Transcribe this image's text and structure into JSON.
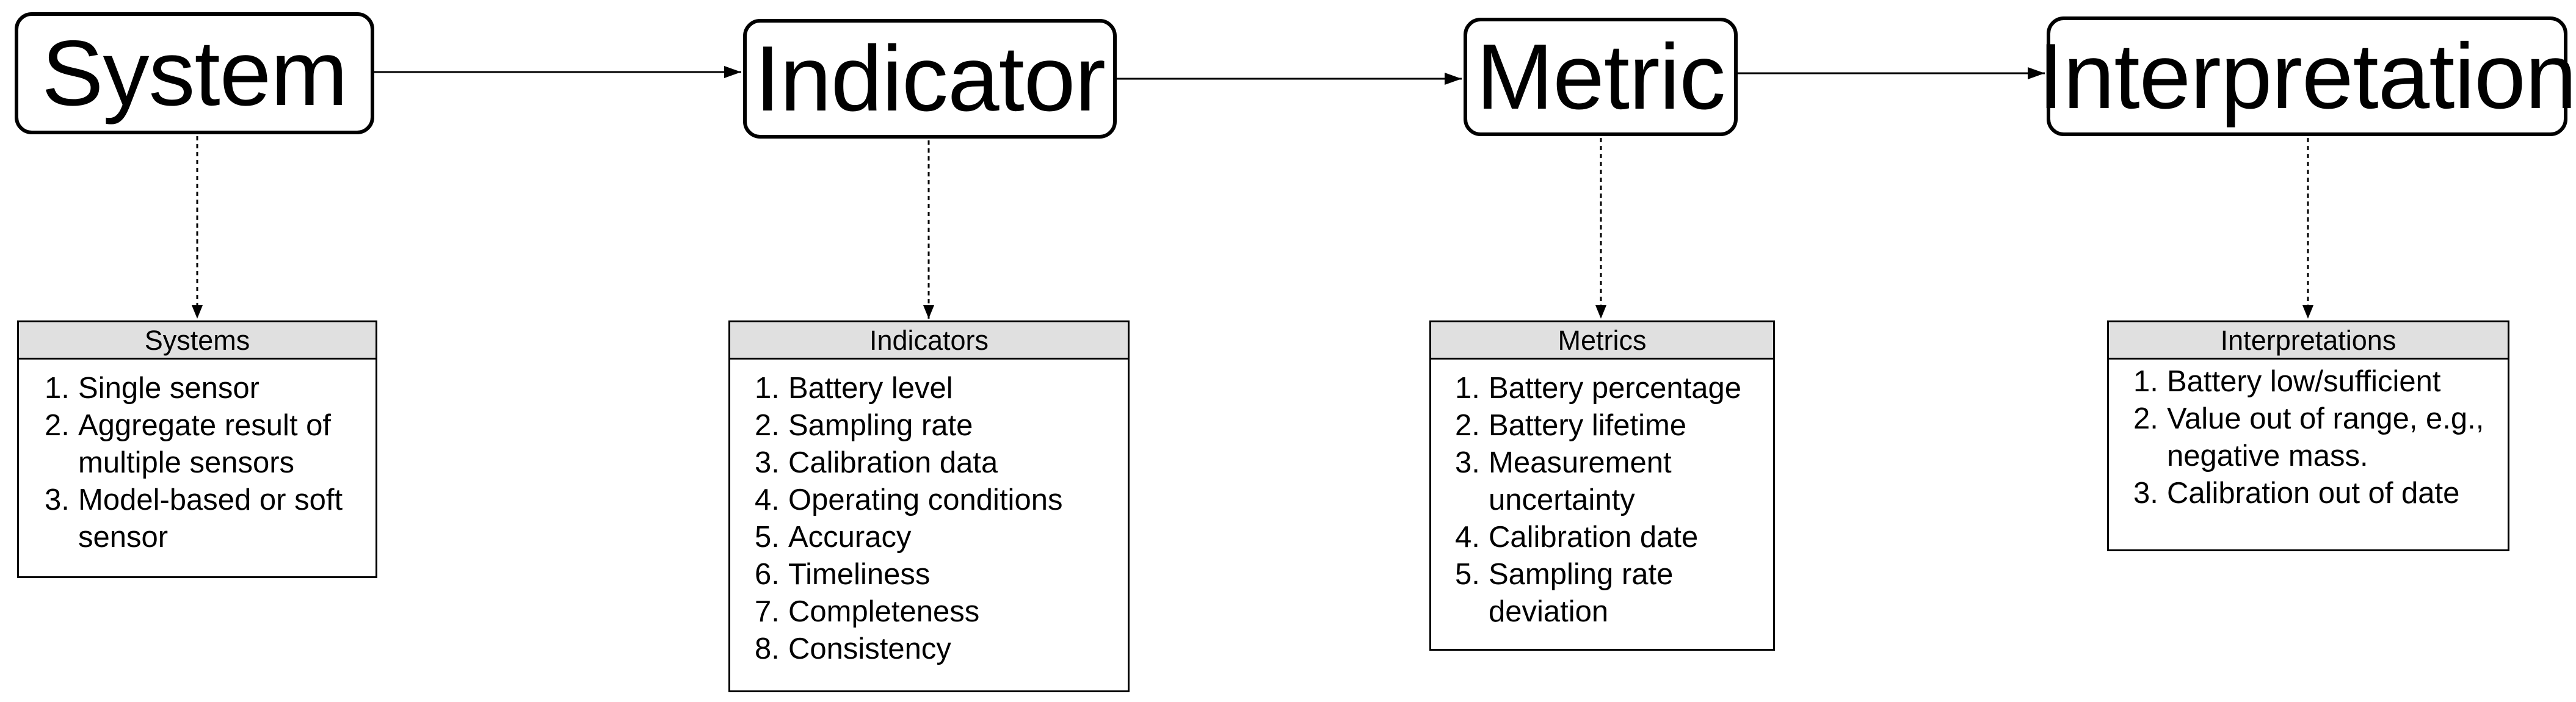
{
  "stages": [
    {
      "title": "System"
    },
    {
      "title": "Indicator"
    },
    {
      "title": "Metric"
    },
    {
      "title": "Interpretation"
    }
  ],
  "details": [
    {
      "header": "Systems",
      "items": [
        {
          "num": "1.",
          "text": "Single sensor"
        },
        {
          "num": "2.",
          "text": "Aggregate result of multiple sensors"
        },
        {
          "num": "3.",
          "text": "Model-based or soft sensor"
        }
      ]
    },
    {
      "header": "Indicators",
      "items": [
        {
          "num": "1.",
          "text": "Battery level"
        },
        {
          "num": "2.",
          "text": "Sampling rate"
        },
        {
          "num": "3.",
          "text": "Calibration data"
        },
        {
          "num": "4.",
          "text": "Operating conditions"
        },
        {
          "num": "5.",
          "text": "Accuracy"
        },
        {
          "num": "6.",
          "text": "Timeliness"
        },
        {
          "num": "7.",
          "text": "Completeness"
        },
        {
          "num": "8.",
          "text": "Consistency"
        }
      ]
    },
    {
      "header": "Metrics",
      "items": [
        {
          "num": "1.",
          "text": "Battery percentage"
        },
        {
          "num": "2.",
          "text": "Battery lifetime"
        },
        {
          "num": "3.",
          "text": "Measurement uncertainty"
        },
        {
          "num": "4.",
          "text": "Calibration date"
        },
        {
          "num": "5.",
          "text": "Sampling rate deviation"
        }
      ]
    },
    {
      "header": "Interpretations",
      "items": [
        {
          "num": "1.",
          "text": "Battery low/sufficient"
        },
        {
          "num": "2.",
          "text": "Value out of range, e.g., negative mass."
        },
        {
          "num": "3.",
          "text": "Calibration out of date"
        }
      ]
    }
  ]
}
